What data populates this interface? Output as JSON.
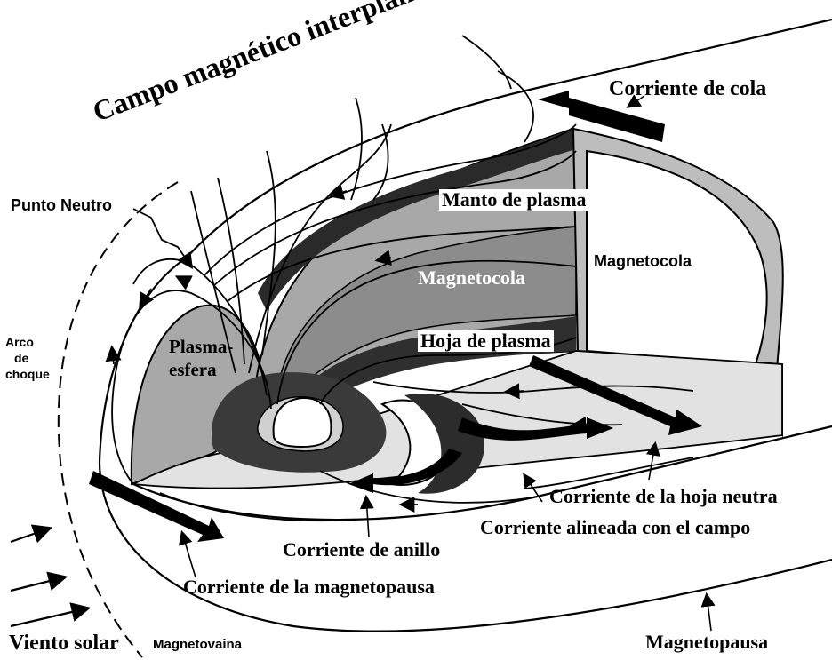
{
  "labels": {
    "campo_magnetico": "Campo magnético interplanetario",
    "corriente_cola": "Corriente de cola",
    "punto_neutro": "Punto Neutro",
    "manto_plasma": "Manto de plasma",
    "magnetocola_outer": "Magnetocola",
    "magnetocola_inner": "Magnetocola",
    "hoja_plasma": "Hoja de plasma",
    "plasmaesfera_1": "Plasma-",
    "plasmaesfera_2": "esfera",
    "arco_1": "Arco",
    "arco_2": "de",
    "arco_3": "choque",
    "corriente_hoja_neutra": "Corriente de la hoja neutra",
    "corriente_alineada": "Corriente alineada con el campo",
    "corriente_anillo": "Corriente de anillo",
    "corriente_magnetopausa": "Corriente de la magnetopausa",
    "viento_solar": "Viento solar",
    "magnetovaina": "Magnetovaina",
    "magnetopausa": "Magnetopausa"
  },
  "colors": {
    "background": "#ffffff",
    "ink": "#000000",
    "region_gray": "#a8a8a8",
    "region_dark": "#3a3a3a",
    "region_light": "#d6d6d6"
  }
}
